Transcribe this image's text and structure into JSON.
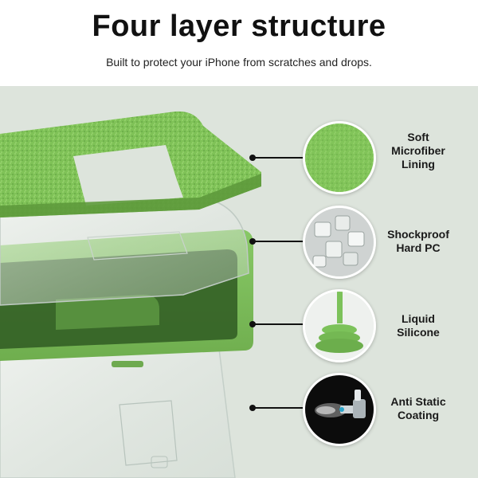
{
  "header": {
    "title": "Four layer structure",
    "subtitle": "Built to protect your iPhone from scratches and drops."
  },
  "features": [
    {
      "line1": "Soft",
      "line2": "Microfiber",
      "line3": "Lining",
      "icon": "microfiber-texture-icon"
    },
    {
      "line1": "Shockproof",
      "line2": "Hard PC",
      "icon": "clear-cubes-icon"
    },
    {
      "line1": "Liquid",
      "line2": "Silicone",
      "icon": "liquid-silicone-icon"
    },
    {
      "line1": "Anti Static",
      "line2": "Coating",
      "icon": "spray-nozzle-icon"
    }
  ],
  "colors": {
    "background": "#dde4dc",
    "silicone_green": "#7cc25a",
    "microfiber_green": "#86c95e"
  }
}
